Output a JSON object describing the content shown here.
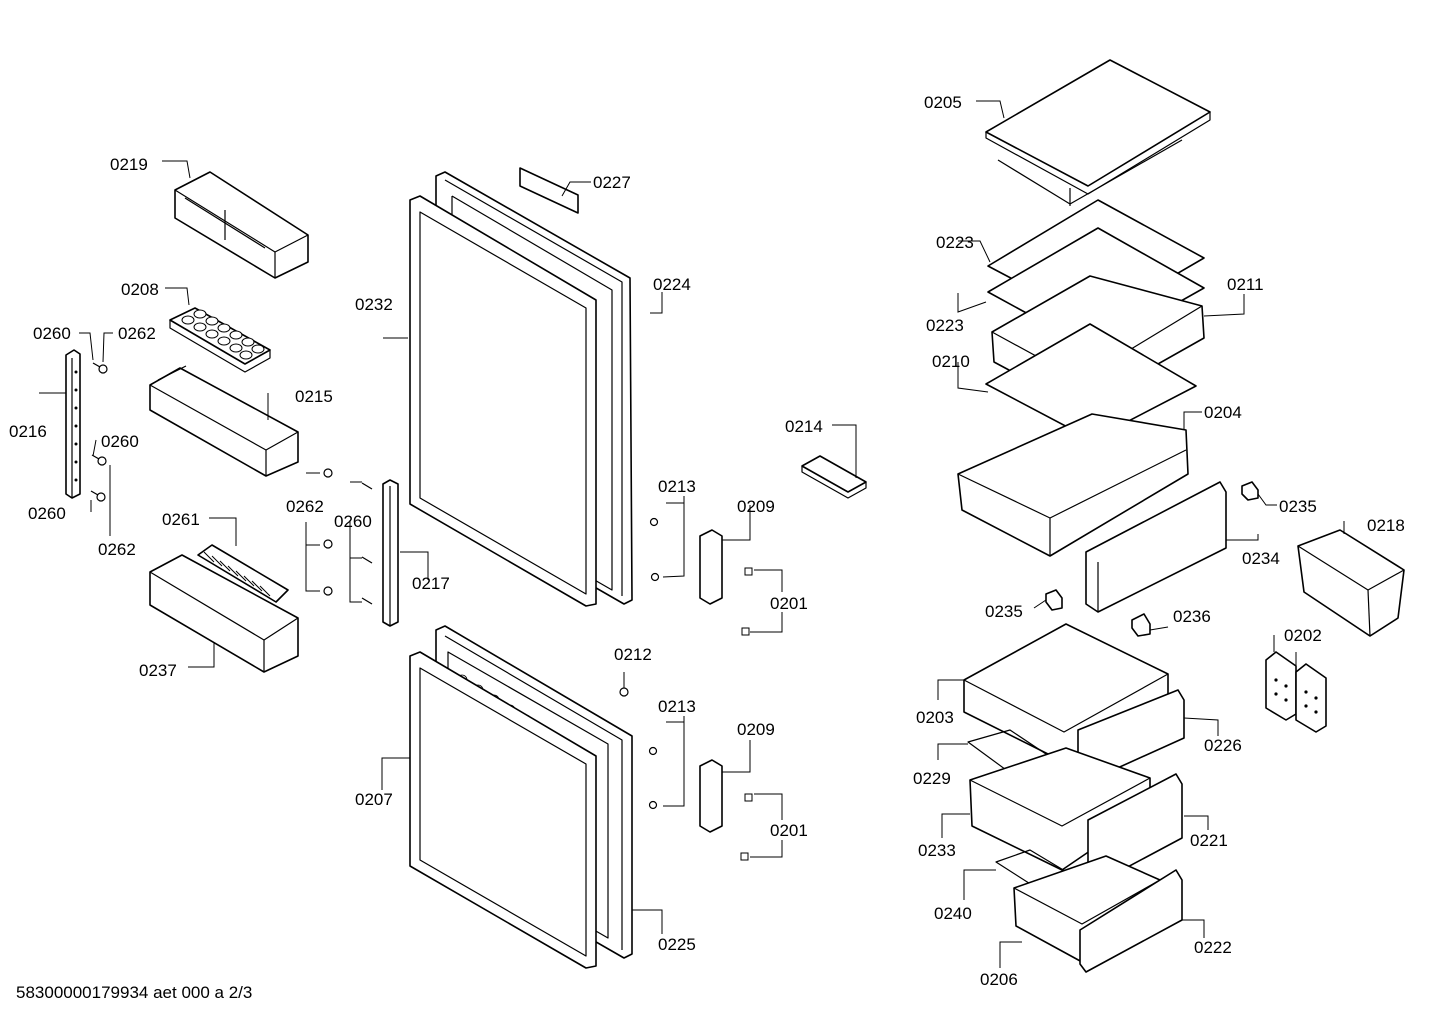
{
  "drawing": {
    "footer": "58300000179934 aet 000 a 2/3",
    "labels": [
      {
        "id": "0205",
        "text": "0205"
      },
      {
        "id": "0219",
        "text": "0219"
      },
      {
        "id": "0227",
        "text": "0227"
      },
      {
        "id": "0223a",
        "text": "0223"
      },
      {
        "id": "0208",
        "text": "0208"
      },
      {
        "id": "0224",
        "text": "0224"
      },
      {
        "id": "0211",
        "text": "0211"
      },
      {
        "id": "0232",
        "text": "0232"
      },
      {
        "id": "0260a",
        "text": "0260"
      },
      {
        "id": "0262a",
        "text": "0262"
      },
      {
        "id": "0223b",
        "text": "0223"
      },
      {
        "id": "0210",
        "text": "0210"
      },
      {
        "id": "0215",
        "text": "0215"
      },
      {
        "id": "0216",
        "text": "0216"
      },
      {
        "id": "0214",
        "text": "0214"
      },
      {
        "id": "0204",
        "text": "0204"
      },
      {
        "id": "0260b",
        "text": "0260"
      },
      {
        "id": "0213a",
        "text": "0213"
      },
      {
        "id": "0235a",
        "text": "0235"
      },
      {
        "id": "0209a",
        "text": "0209"
      },
      {
        "id": "0262b",
        "text": "0262"
      },
      {
        "id": "0260c",
        "text": "0260"
      },
      {
        "id": "0260d",
        "text": "0260"
      },
      {
        "id": "0261",
        "text": "0261"
      },
      {
        "id": "0218",
        "text": "0218"
      },
      {
        "id": "0262c",
        "text": "0262"
      },
      {
        "id": "0234",
        "text": "0234"
      },
      {
        "id": "0217",
        "text": "0217"
      },
      {
        "id": "0201a",
        "text": "0201"
      },
      {
        "id": "0235b",
        "text": "0235"
      },
      {
        "id": "0236",
        "text": "0236"
      },
      {
        "id": "0202",
        "text": "0202"
      },
      {
        "id": "0212",
        "text": "0212"
      },
      {
        "id": "0237",
        "text": "0237"
      },
      {
        "id": "0213b",
        "text": "0213"
      },
      {
        "id": "0203",
        "text": "0203"
      },
      {
        "id": "0209b",
        "text": "0209"
      },
      {
        "id": "0226",
        "text": "0226"
      },
      {
        "id": "0229",
        "text": "0229"
      },
      {
        "id": "0207",
        "text": "0207"
      },
      {
        "id": "0201b",
        "text": "0201"
      },
      {
        "id": "0221",
        "text": "0221"
      },
      {
        "id": "0233",
        "text": "0233"
      },
      {
        "id": "0240",
        "text": "0240"
      },
      {
        "id": "0225",
        "text": "0225"
      },
      {
        "id": "0222",
        "text": "0222"
      },
      {
        "id": "0206",
        "text": "0206"
      }
    ]
  }
}
